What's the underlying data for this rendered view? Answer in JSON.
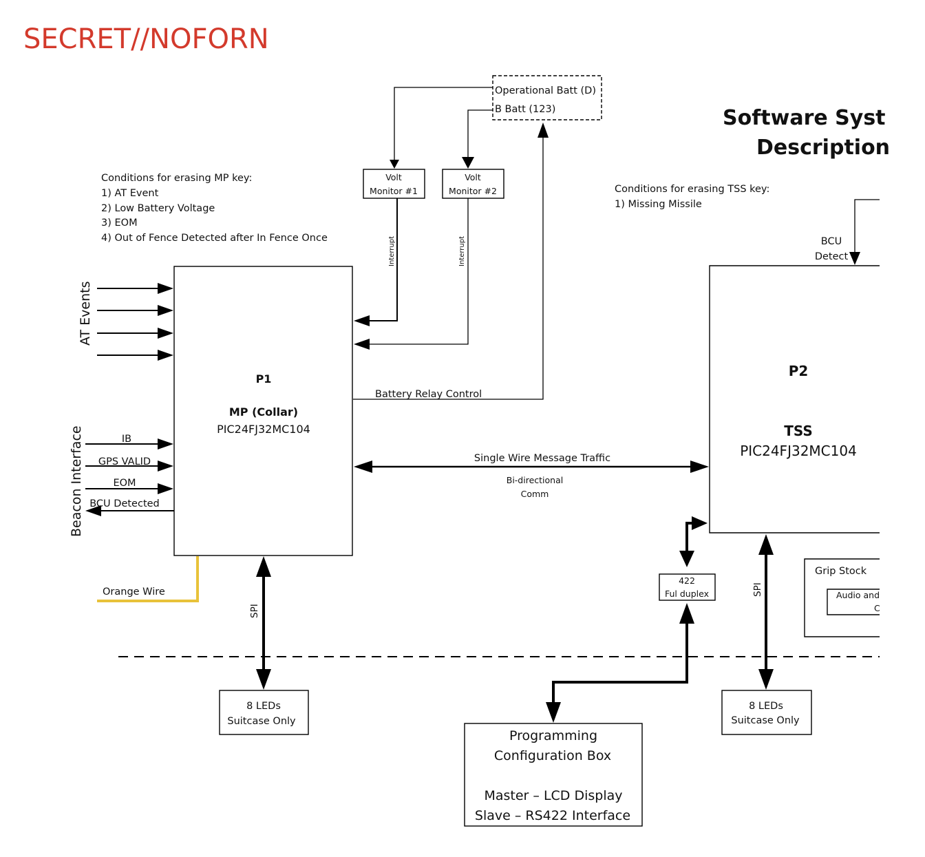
{
  "classification": "SECRET//NOFORN",
  "title": {
    "line1": "Software Syst",
    "line2": "Description"
  },
  "colors": {
    "classification": "#d33a2c",
    "orange_wire": "#e8c23a"
  },
  "power": {
    "box_line1": "Operational Batt (D)",
    "box_line2": "B Batt (123)",
    "monitor1": [
      "Volt",
      "Monitor #1"
    ],
    "monitor2": [
      "Volt",
      "Monitor #2"
    ],
    "interrupt_label": "Interrupt"
  },
  "mp_conditions": {
    "heading": "Conditions for erasing MP key:",
    "items": [
      "1) AT Event",
      "2) Low Battery Voltage",
      "3) EOM",
      "4) Out of Fence Detected after In Fence Once"
    ]
  },
  "tss_conditions": {
    "heading": "Conditions for erasing TSS  key:",
    "items": [
      "1) Missing Missile"
    ]
  },
  "at_events_label": "AT Events",
  "beacon": {
    "label": "Beacon Interface",
    "signals": [
      "IB",
      "GPS VALID",
      "EOM",
      "BCU Detected"
    ]
  },
  "p1": {
    "id": "P1",
    "name": "MP (Collar)",
    "chip": "PIC24FJ32MC104"
  },
  "p2": {
    "id": "P2",
    "name": "TSS",
    "chip": "PIC24FJ32MC104"
  },
  "bcu_detect": [
    "BCU",
    "Detect"
  ],
  "battery_relay": "Battery Relay Control",
  "comm": {
    "label": "Single Wire Message Traffic",
    "sub1": "Bi-directional",
    "sub2": "Comm"
  },
  "orange_wire": "Orange Wire",
  "spi": "SPI",
  "rs422": [
    "422",
    "Ful duplex"
  ],
  "grip_stock": {
    "label": "Grip Stock",
    "inner1": "Audio and",
    "inner2": "C"
  },
  "leds": [
    "8 LEDs",
    "Suitcase Only"
  ],
  "programming_box": [
    "Programming",
    "Configuration Box",
    "Master – LCD Display",
    "Slave – RS422 Interface"
  ]
}
